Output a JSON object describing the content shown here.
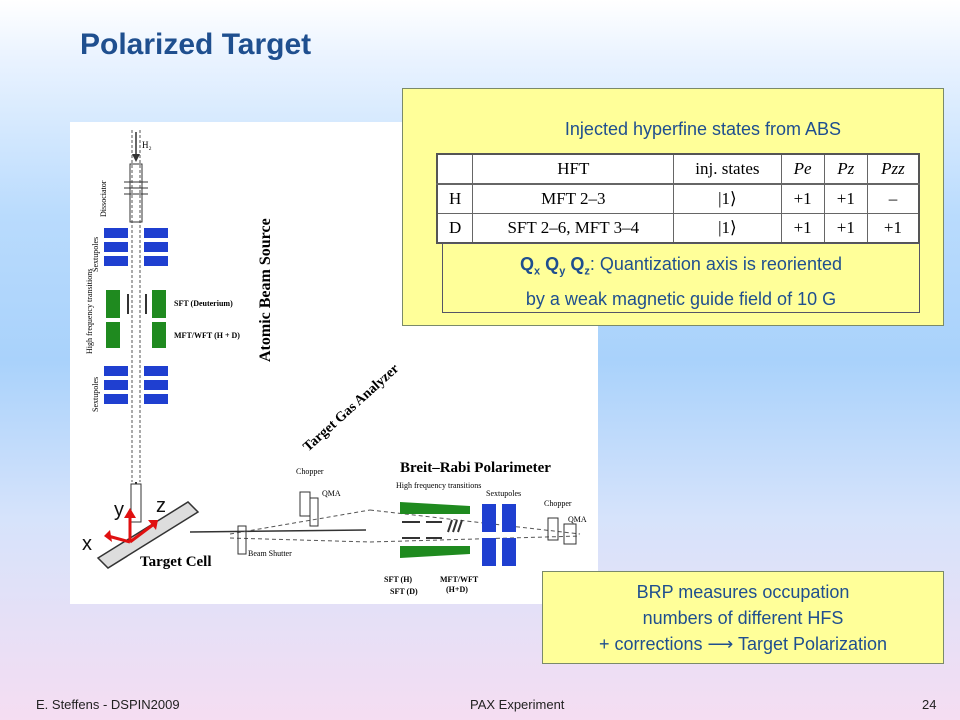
{
  "slide": {
    "title": "Polarized Target",
    "footer_left": "E. Steffens  -  DSPIN2009",
    "footer_center": "PAX Experiment",
    "page_number": "24"
  },
  "hfs_panel": {
    "caption": "Injected hyperfine states from ABS",
    "table": {
      "headers": [
        "",
        "HFT",
        "inj. states",
        "Pe",
        "Pz",
        "Pzz"
      ],
      "rows": [
        [
          "H",
          "MFT 2–3",
          "|1⟩",
          "+1",
          "+1",
          "–"
        ],
        [
          "D",
          "SFT 2–6, MFT 3–4",
          "|1⟩",
          "+1",
          "+1",
          "+1"
        ]
      ]
    },
    "quantization": {
      "q_x": "Q",
      "sub_x": "x",
      "q_y": "Q",
      "sub_y": "y",
      "q_z": "Q",
      "sub_z": "z",
      "line1_rest": ": Quantization axis is reoriented",
      "line2": "by a weak magnetic guide field of 10 G"
    }
  },
  "brp_box": {
    "line1": "BRP measures occupation",
    "line2": "numbers of different HFS",
    "line3": "+ corrections ⟶ Target Polarization"
  },
  "diagram": {
    "h2_label": "H₂",
    "dissociator": "Dissociator",
    "sextupoles_top": "Sextupoles",
    "hf_transitions": "High frequency transitions",
    "sextupoles_bottom": "Sextupoles",
    "sft_deuterium": "SFT (Deuterium)",
    "mft_wft": "MFT/WFT (H + D)",
    "abs_title": "Atomic Beam Source",
    "tga_title": "Target Gas Analyzer",
    "chopper_left": "Chopper",
    "qma_left": "QMA",
    "brp_title": "Breit–Rabi Polarimeter",
    "brp_hft": "High frequency transitions",
    "brp_sextupoles": "Sextupoles",
    "chopper_right": "Chopper",
    "qma_right": "QMA",
    "beam_shutter": "Beam Shutter",
    "target_cell": "Target Cell",
    "sft_h": "SFT (H)",
    "sft_d": "SFT (D)",
    "mft_wft_brp": "MFT/WFT",
    "mft_wft_brp_sub": "(H+D)",
    "axis_x": "x",
    "axis_y": "y",
    "axis_z": "z"
  },
  "colors": {
    "title": "#1f4f8f",
    "panel_bg": "#ffff99",
    "magnet_blue": "#1f3fd0",
    "rf_green": "#1f8a1f",
    "axis_red": "#e01010"
  }
}
